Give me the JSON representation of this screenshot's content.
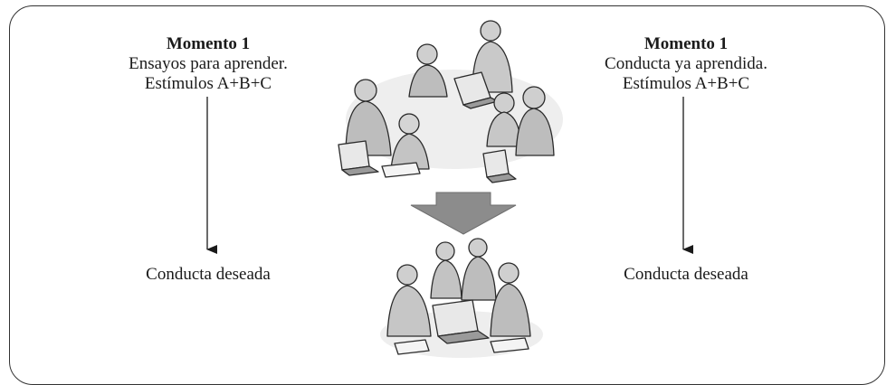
{
  "left": {
    "title": "Momento 1",
    "line1": "Ensayos para aprender.",
    "line2": "Estímulos A+B+C",
    "outcome": "Conducta deseada"
  },
  "right": {
    "title": "Momento 1",
    "line1": "Conducta ya aprendida.",
    "line2": "Estímulos A+B+C",
    "outcome": "Conducta deseada"
  },
  "colors": {
    "frame": "#333333",
    "arrow_fill": "#8c8c8c",
    "sketch_stroke": "#2b2b2b",
    "sketch_fill": "#d9d9d9"
  },
  "icons": {
    "top_illustration": "group-working-at-laptops-illustration",
    "bottom_illustration": "team-gathered-around-laptop-illustration",
    "transition": "down-arrow-icon"
  }
}
